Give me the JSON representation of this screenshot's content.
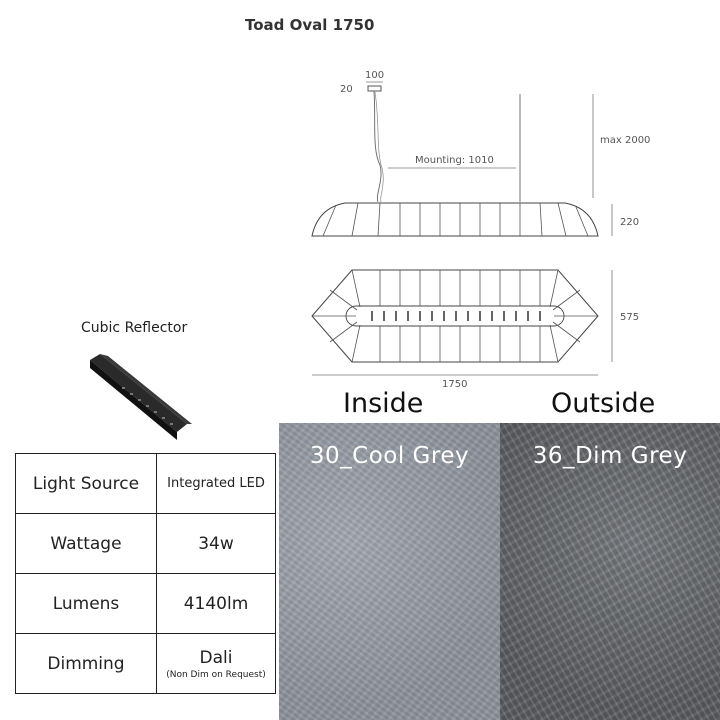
{
  "product": {
    "title": "Toad Oval 1750"
  },
  "drawing": {
    "canopy_width": "100",
    "canopy_height": "20",
    "max_drop": "max 2000",
    "mounting": "Mounting: 1010",
    "body_height": "220",
    "body_depth": "575",
    "body_length": "1750"
  },
  "reflector": {
    "label": "Cubic Reflector"
  },
  "specs": [
    {
      "label": "Light Source",
      "value": "Integrated LED"
    },
    {
      "label": "Wattage",
      "value": "34w"
    },
    {
      "label": "Lumens",
      "value": "4140lm"
    },
    {
      "label": "Dimming",
      "value": "Dali",
      "note": "(Non Dim on Request)"
    }
  ],
  "finishes": {
    "inside": {
      "heading": "Inside",
      "name": "30_Cool Grey",
      "color": "#9aa0a8"
    },
    "outside": {
      "heading": "Outside",
      "name": "36_Dim Grey",
      "color": "#6b6d70"
    }
  }
}
